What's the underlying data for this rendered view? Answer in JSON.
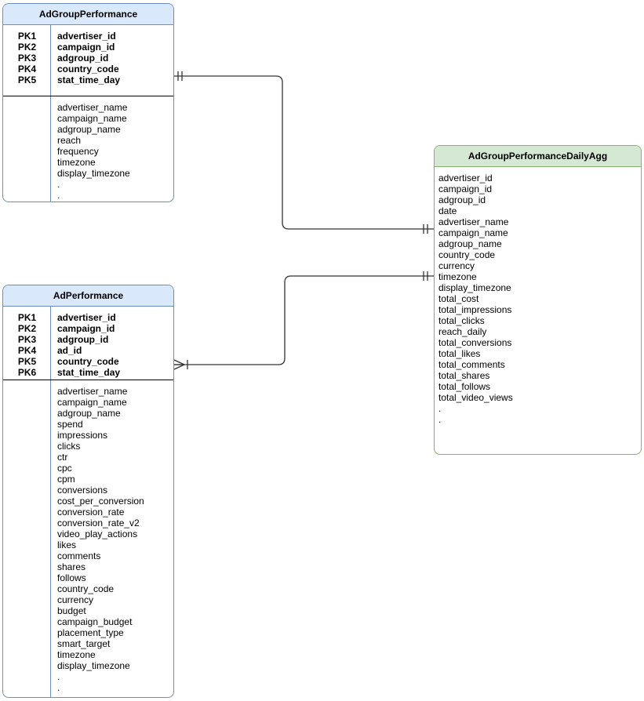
{
  "diagram": {
    "type": "entity-relationship",
    "background_color": "#ffffff",
    "connector_color": "#333333"
  },
  "tables": {
    "adGroupPerformance": {
      "title": "AdGroupPerformance",
      "header_fill": "#dae8fc",
      "border_color": "#6c8ebf",
      "primary_keys": [
        {
          "key": "PK1",
          "name": "advertiser_id"
        },
        {
          "key": "PK2",
          "name": "campaign_id"
        },
        {
          "key": "PK3",
          "name": "adgroup_id"
        },
        {
          "key": "PK4",
          "name": "country_code"
        },
        {
          "key": "PK5",
          "name": "stat_time_day"
        }
      ],
      "fields": [
        "advertiser_name",
        "campaign_name",
        "adgroup_name",
        "reach",
        "frequency",
        "timezone",
        "display_timezone",
        ".",
        "."
      ]
    },
    "adPerformance": {
      "title": "AdPerformance",
      "header_fill": "#dae8fc",
      "border_color": "#6c8ebf",
      "primary_keys": [
        {
          "key": "PK1",
          "name": "advertiser_id"
        },
        {
          "key": "PK2",
          "name": "campaign_id"
        },
        {
          "key": "PK3",
          "name": "adgroup_id"
        },
        {
          "key": "PK4",
          "name": "ad_id"
        },
        {
          "key": "PK5",
          "name": "country_code"
        },
        {
          "key": "PK6",
          "name": "stat_time_day"
        }
      ],
      "fields": [
        "advertiser_name",
        "campaign_name",
        "adgroup_name",
        "spend",
        "impressions",
        "clicks",
        "ctr",
        "cpc",
        "cpm",
        "conversions",
        "cost_per_conversion",
        "conversion_rate",
        "conversion_rate_v2",
        "video_play_actions",
        "likes",
        "comments",
        "shares",
        "follows",
        "country_code",
        "currency",
        "budget",
        "campaign_budget",
        "placement_type",
        "smart_target",
        "timezone",
        "display_timezone",
        ".",
        "."
      ]
    },
    "adGroupPerformanceDailyAgg": {
      "title": "AdGroupPerformanceDailyAgg",
      "header_fill": "#d5e8d4",
      "border_color": "#82b366",
      "fields": [
        "advertiser_id",
        "campaign_id",
        "adgroup_id",
        "date",
        "advertiser_name",
        "campaign_name",
        "adgroup_name",
        "country_code",
        "currency",
        "timezone",
        "display_timezone",
        "total_cost",
        "total_impressions",
        "total_clicks",
        "reach_daily",
        "total_conversions",
        "total_likes",
        "total_comments",
        "total_shares",
        "total_follows",
        "total_video_views",
        ".",
        "."
      ]
    }
  },
  "relationships": [
    {
      "from_table": "AdGroupPerformance",
      "to_table": "AdGroupPerformanceDailyAgg",
      "from_cardinality": "one and only one",
      "to_cardinality": "one and only one"
    },
    {
      "from_table": "AdPerformance",
      "to_table": "AdGroupPerformanceDailyAgg",
      "from_cardinality": "one or many",
      "to_cardinality": "one and only one"
    }
  ]
}
